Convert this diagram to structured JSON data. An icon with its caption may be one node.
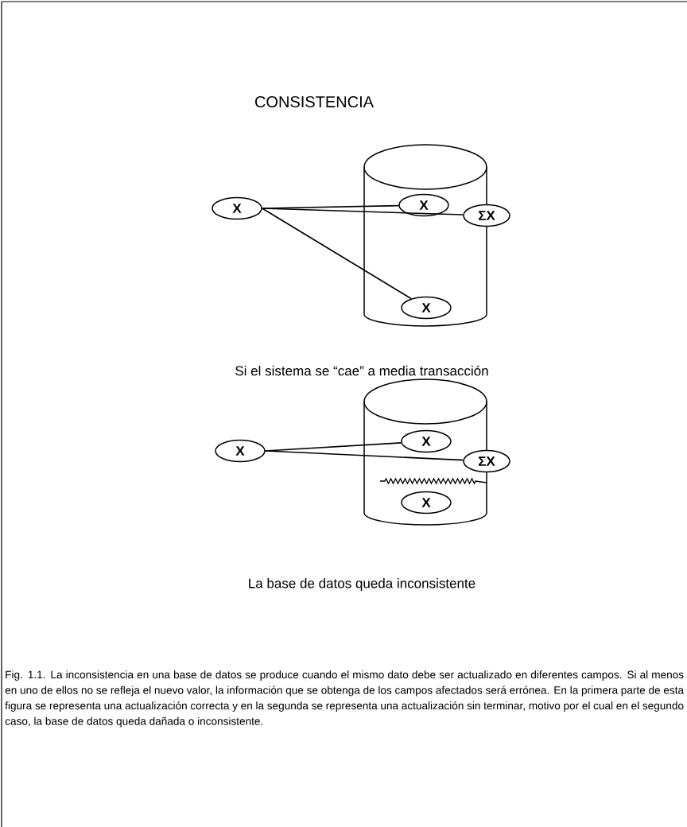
{
  "diagram": {
    "title": "CONSISTENCIA",
    "caption": "Fig. 1.1. La inconsistencia en una base de datos se produce cuando el mismo dato debe ser actualizado en diferentes campos. Si al menos en uno de ellos no se refleja el nuevo valor, la información que se obtenga de los campos afectados será errónea. En la primera parte de esta figura se representa una actualización correcta y en la segunda se representa una actualización sin terminar, motivo por el cual en el segundo caso, la base de datos queda dañada o inconsistente.",
    "nodes": [
      {
        "text": [
          "X"
        ]
      },
      {
        "text": [],
        "shape": "cylinder"
      },
      {
        "text": [
          "X"
        ],
        "in": 1
      },
      {
        "text": [
          "ΣX"
        ]
      },
      {
        "text": [
          "X"
        ],
        "in": 1
      },
      {
        "text": [
          "X"
        ]
      },
      {
        "text": [],
        "shape": "cylinder"
      },
      {
        "text": [
          "X"
        ],
        "in": 6
      },
      {
        "text": [
          "ΣX"
        ]
      },
      {
        "text": [
          "X"
        ],
        "in": 6
      }
    ],
    "edges": [
      {
        "from": 0,
        "to": 2,
        "arrow": "none"
      },
      {
        "from": 0,
        "to": 3,
        "arrow": "none"
      },
      {
        "from": 0,
        "to": 4,
        "arrow": "none"
      },
      {
        "from": 5,
        "to": 7,
        "arrow": "none"
      },
      {
        "from": 5,
        "to": 8,
        "arrow": "none"
      }
    ],
    "labels": [
      "Si el sistema se “cae” a media transacción",
      "La base de datos queda inconsistente"
    ]
  }
}
